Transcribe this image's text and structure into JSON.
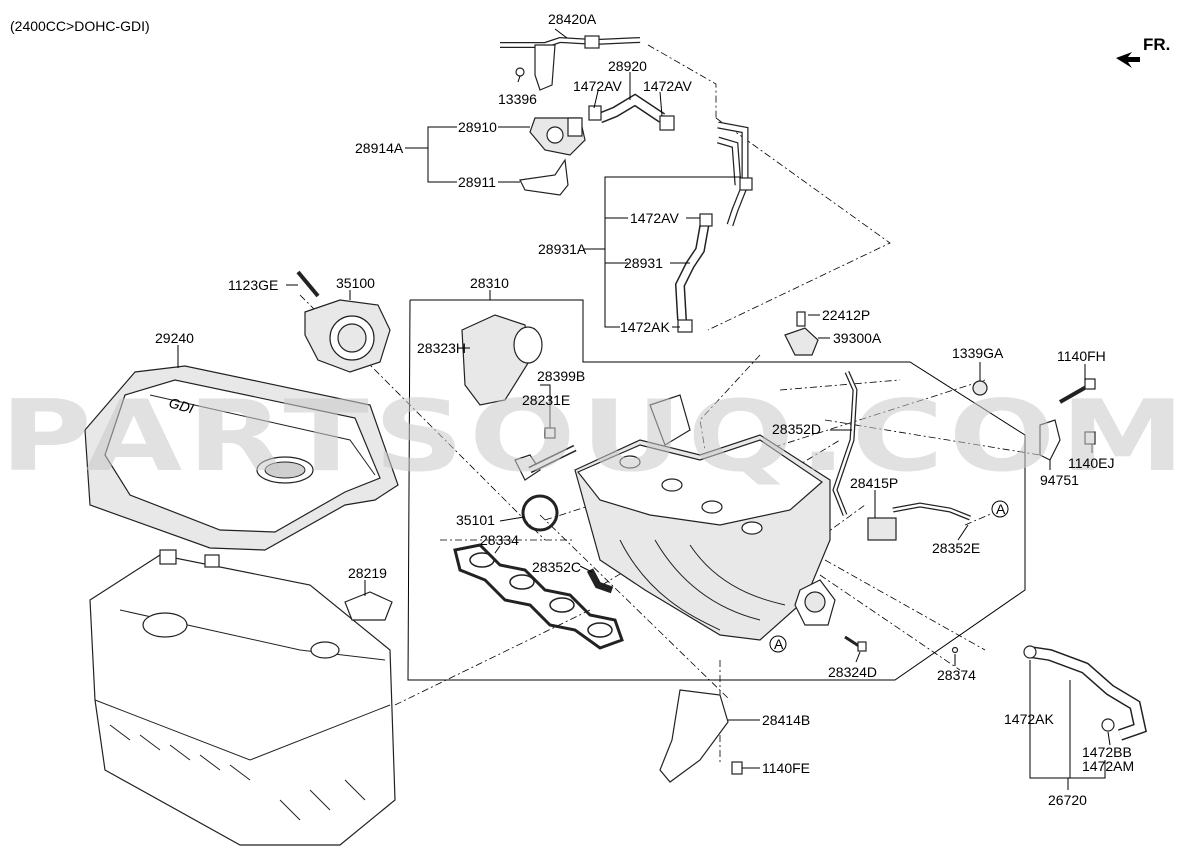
{
  "header": {
    "spec": "(2400CC>DOHC-GDI)",
    "direction": "FR."
  },
  "watermark": "PARTSOUQ.COM",
  "cover_logo": "GDI",
  "labels": {
    "p28420A": "28420A",
    "p13396": "13396",
    "p28920": "28920",
    "p1472AV_a": "1472AV",
    "p1472AV_b": "1472AV",
    "p28910": "28910",
    "p28914A": "28914A",
    "p28911": "28911",
    "p1472AV_c": "1472AV",
    "p28931A": "28931A",
    "p28931": "28931",
    "p1472AK_a": "1472AK",
    "p1123GE": "1123GE",
    "p35100": "35100",
    "p28310": "28310",
    "p22412P": "22412P",
    "p39300A": "39300A",
    "p29240": "29240",
    "p28323H": "28323H",
    "p28399B": "28399B",
    "p28231E": "28231E",
    "p1339GA": "1339GA",
    "p1140FH": "1140FH",
    "p28352D": "28352D",
    "p1140EJ": "1140EJ",
    "p94751": "94751",
    "p28415P": "28415P",
    "p35101": "35101",
    "p28334": "28334",
    "p28352E": "28352E",
    "p28352C": "28352C",
    "p28219": "28219",
    "p28324D": "28324D",
    "p28374": "28374",
    "p28414B": "28414B",
    "p1140FE": "1140FE",
    "p1472AK_b": "1472AK",
    "p1472BB": "1472BB",
    "p1472AM": "1472AM",
    "p26720": "26720"
  },
  "refs": {
    "ref_a1": "A",
    "ref_a2": "A"
  }
}
